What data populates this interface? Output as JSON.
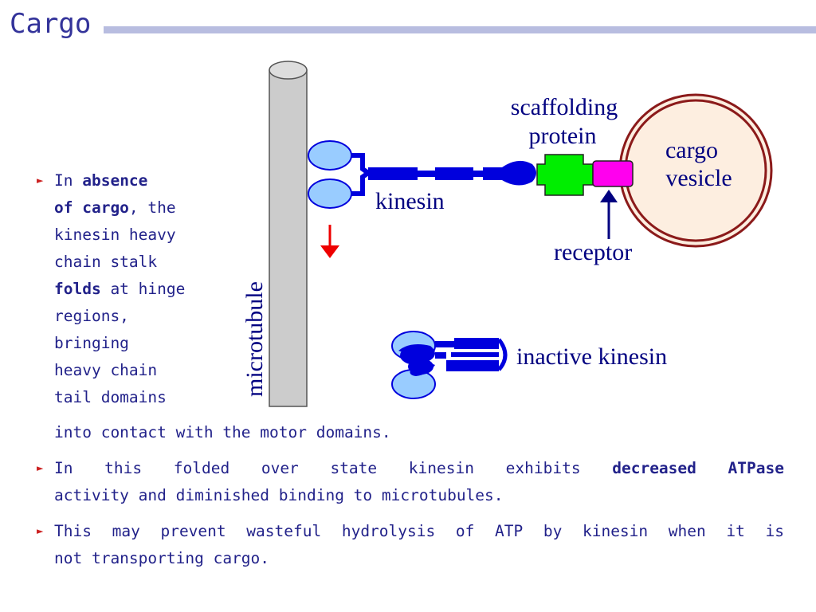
{
  "title": "Cargo",
  "bullet1": {
    "lines": [
      {
        "normal": "In ",
        "bold": "absence"
      },
      {
        "bold": "of cargo",
        "normal": ", the"
      },
      {
        "normal": "kinesin heavy"
      },
      {
        "normal": "chain stalk"
      },
      {
        "bold": "folds",
        "normal": " at hinge"
      },
      {
        "normal": "regions,"
      },
      {
        "normal": "bringing"
      },
      {
        "normal": "heavy chain"
      },
      {
        "normal": "tail domains"
      }
    ],
    "continuation": "into contact with the motor domains."
  },
  "bullet2": {
    "line1_normal": "In this folded over state kinesin exhibits",
    "line1_bold": "decreased ATPase",
    "line2": "activity and diminished binding to microtubules."
  },
  "bullet3": {
    "line1": "This may prevent wasteful hydrolysis of ATP by kinesin when it is",
    "line2": "not transporting cargo."
  },
  "diagram": {
    "labels": {
      "microtubule": "microtubule",
      "kinesin": "kinesin",
      "scaffolding_line1": "scaffolding",
      "scaffolding_line2": "protein",
      "cargo_line1": "cargo",
      "cargo_line2": "vesicle",
      "receptor": "receptor",
      "inactive_kinesin": "inactive kinesin"
    },
    "colors": {
      "kinesin": "#0000dd",
      "motor_head": "#99ccff",
      "scaffolding": "#00ee00",
      "receptor": "#ff00ee",
      "vesicle_fill": "#fdeee0",
      "vesicle_border": "#8b1a1a",
      "microtubule": "#cccccc",
      "arrow_red": "#ee0000",
      "arrow_navy": "#000080"
    }
  },
  "colors": {
    "text": "#22228a",
    "title": "#33339a",
    "title_bar": "#b8bde0",
    "bullet": "#cc2222"
  }
}
